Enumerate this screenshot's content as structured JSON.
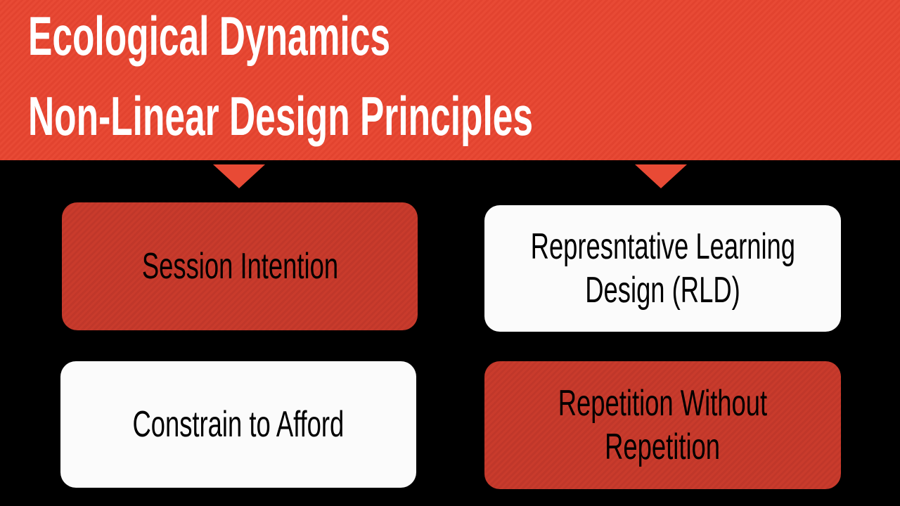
{
  "title": {
    "line1": "Ecological Dynamics",
    "line2": "Non-Linear Design Principles"
  },
  "boxes": [
    {
      "lines": [
        "Session Intention"
      ]
    },
    {
      "lines": [
        "Represntative Learning",
        "Design (RLD)"
      ]
    },
    {
      "lines": [
        "Constrain to Afford"
      ]
    },
    {
      "lines": [
        "Repetition Without",
        "Repetition"
      ]
    }
  ],
  "colors": {
    "accent": "#e84a35",
    "box_red": "#c93b2c",
    "box_white": "#fbfbfb",
    "background": "#000000"
  }
}
